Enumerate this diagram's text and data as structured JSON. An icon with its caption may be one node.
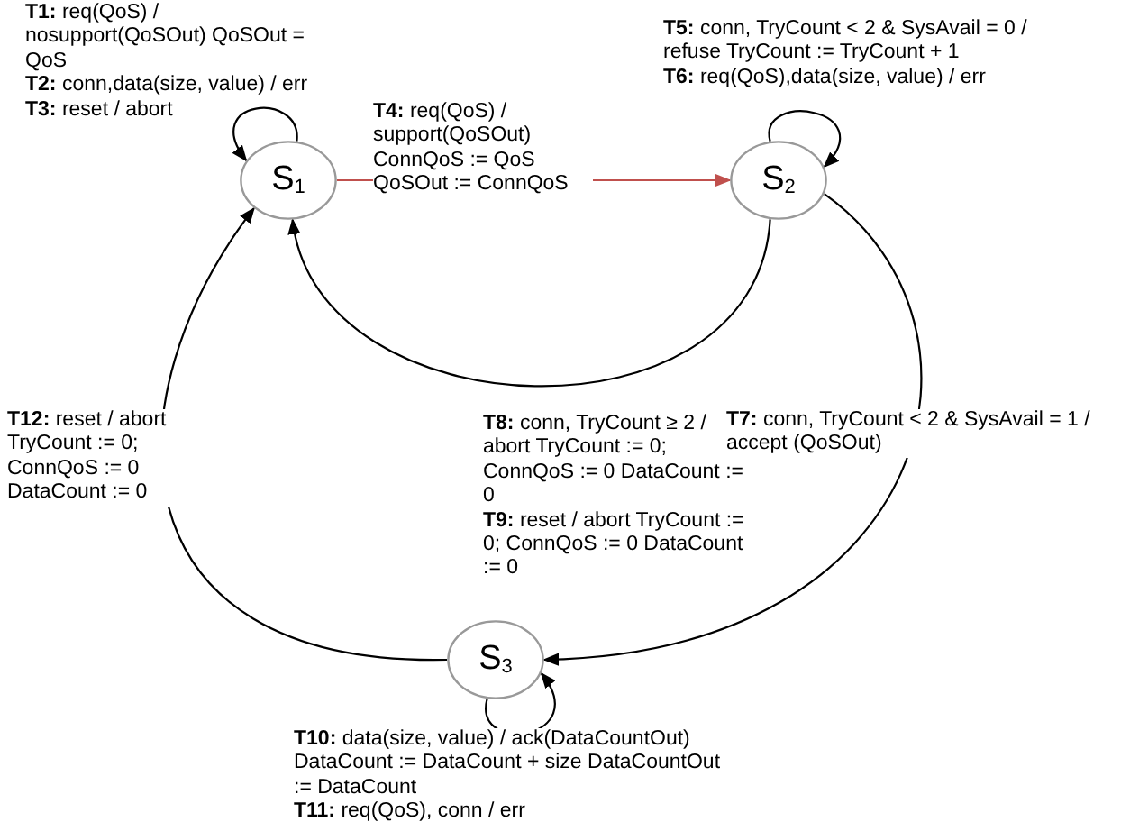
{
  "diagram": {
    "nodes": [
      {
        "text": [
          "S$_{1}$"
        ]
      },
      {
        "text": [
          "S$_{2}$"
        ]
      },
      {
        "text": [
          "S$_{3}$"
        ]
      }
    ],
    "edges": [
      {
        "from": 0,
        "to": 0,
        "arrow": "to",
        "label": "**T1:** req(QoS) / nosupport(QoSOut) QoSOut = QoS **T2:** conn,data(size, value) / err **T3:** reset / abort"
      },
      {
        "from": 0,
        "to": 1,
        "arrow": "to",
        "color": "#c0504d",
        "label": "**T4:** req(QoS) / support(QoSOut) ConnQoS := QoS QoSOut := ConnQoS"
      },
      {
        "from": 1,
        "to": 1,
        "arrow": "to",
        "label": "**T5:** conn, TryCount < 2 & SysAvail = 0 / refuse TryCount := TryCount + 1 **T6:** req(QoS),data(size, value) / err"
      },
      {
        "from": 1,
        "to": 0,
        "arrow": "to",
        "label": "**T8:** conn, TryCount ≥ 2 / abort TryCount := 0; ConnQoS := 0 DataCount := 0 **T9:** reset / abort TryCount := 0; ConnQoS := 0 DataCount := 0"
      },
      {
        "from": 1,
        "to": 2,
        "arrow": "to",
        "label": "**T7:** conn, TryCount < 2 & SysAvail = 1 / accept (QoSOut)"
      },
      {
        "from": 2,
        "to": 2,
        "arrow": "to",
        "label": "**T10:** data(size, value) / ack(DataCountOut) DataCount := DataCount + size DataCountOut := DataCount **T11:** req(QoS), conn / err"
      },
      {
        "from": 2,
        "to": 0,
        "arrow": "to",
        "label": "**T12:** reset / abort TryCount := 0; ConnQoS := 0 DataCount := 0"
      }
    ]
  }
}
